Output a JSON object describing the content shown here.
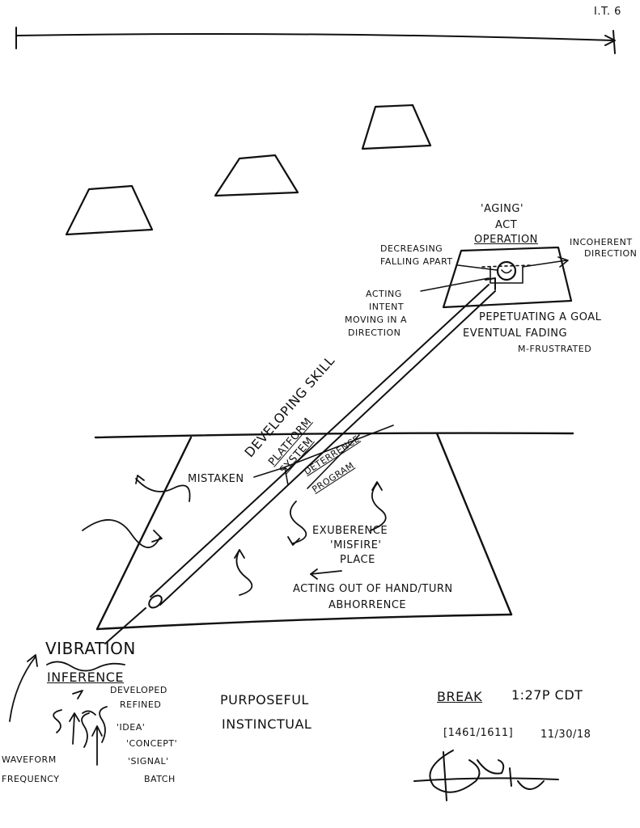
{
  "page_number": "I.T. 6",
  "target": {
    "aging": "'AGING'",
    "act": "ACT",
    "operation": "OPERATION",
    "decreasing": "DECREASING",
    "falling_apart": "FALLING APART",
    "incoherent": "INCOHERENT",
    "direction": "DIRECTION",
    "acting": "ACTING",
    "intent": "INTENT",
    "moving_in_a": "MOVING IN A",
    "direction2": "DIRECTION",
    "perpetuating": "PEPETUATING A GOAL",
    "eventual_fading": "EVENTUAL FADING",
    "frustrated": "M-FRUSTRATED"
  },
  "middle": {
    "developing_skill": "DEVELOPING SKILL",
    "platform": "PLATFORM",
    "system": "SYSTEM",
    "deterrence": "DETERRENCE",
    "program": "PROGRAM",
    "mistaken": "MISTAKEN",
    "exuberence": "EXUBERENCE",
    "misfire": "'MISFIRE'",
    "place": "PLACE",
    "acting_out": "ACTING OUT OF HAND/TURN",
    "abhorrence": "ABHORRENCE"
  },
  "bottom": {
    "vibration": "VIBRATION",
    "inference": "INFERENCE",
    "developed": "DEVELOPED",
    "refined": "REFINED",
    "idea": "'IDEA'",
    "concept": "'CONCEPT'",
    "signal": "'SIGNAL'",
    "batch": "BATCH",
    "waveform": "WAVEFORM",
    "frequency": "FREQUENCY",
    "purposeful": "PURPOSEFUL",
    "instinctual": "INSTINCTUAL",
    "break": "BREAK",
    "time": "1:27p CDT",
    "code": "[1461/1611]",
    "date": "11/30/18"
  }
}
